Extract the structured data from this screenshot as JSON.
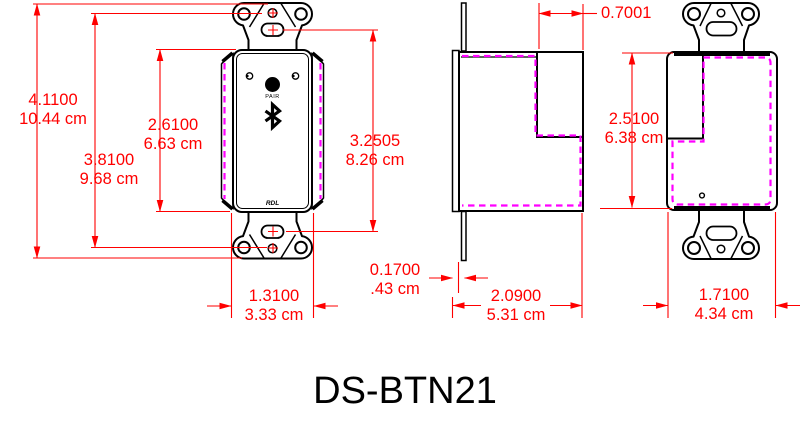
{
  "drawing_title": "DS-BTN21",
  "colors": {
    "dimension_lines": "#ff0000",
    "gasket_outline": "#ff00ff",
    "part_outline": "#000000",
    "background": "#ffffff"
  },
  "front_view": {
    "face_labels": {
      "pair": "PAIR",
      "brand": "RDL"
    },
    "icons": [
      "bluetooth-icon",
      "pair-button",
      "led-indicator-left",
      "led-indicator-right"
    ],
    "dims": {
      "overall_height": {
        "inches": "4.1100",
        "metric": "10.44 cm"
      },
      "mounting_hole_spacing": {
        "inches": "3.8100",
        "metric": "9.68 cm"
      },
      "face_height": {
        "inches": "2.6100",
        "metric": "6.63 cm"
      },
      "slot_spacing": {
        "inches": "3.2505",
        "metric": "8.26 cm"
      },
      "face_width": {
        "inches": "1.3100",
        "metric": "3.33 cm"
      }
    }
  },
  "side_view": {
    "dims": {
      "notch_depth": {
        "inches": "0.7001"
      },
      "plate_thickness": {
        "inches": "0.1700",
        "metric": ".43 cm"
      },
      "enclosure_depth": {
        "inches": "2.0900",
        "metric": "5.31 cm"
      }
    }
  },
  "rear_view": {
    "dims": {
      "enclosure_height": {
        "inches": "2.5100",
        "metric": "6.38 cm"
      },
      "enclosure_width": {
        "inches": "1.7100",
        "metric": "4.34 cm"
      }
    }
  }
}
